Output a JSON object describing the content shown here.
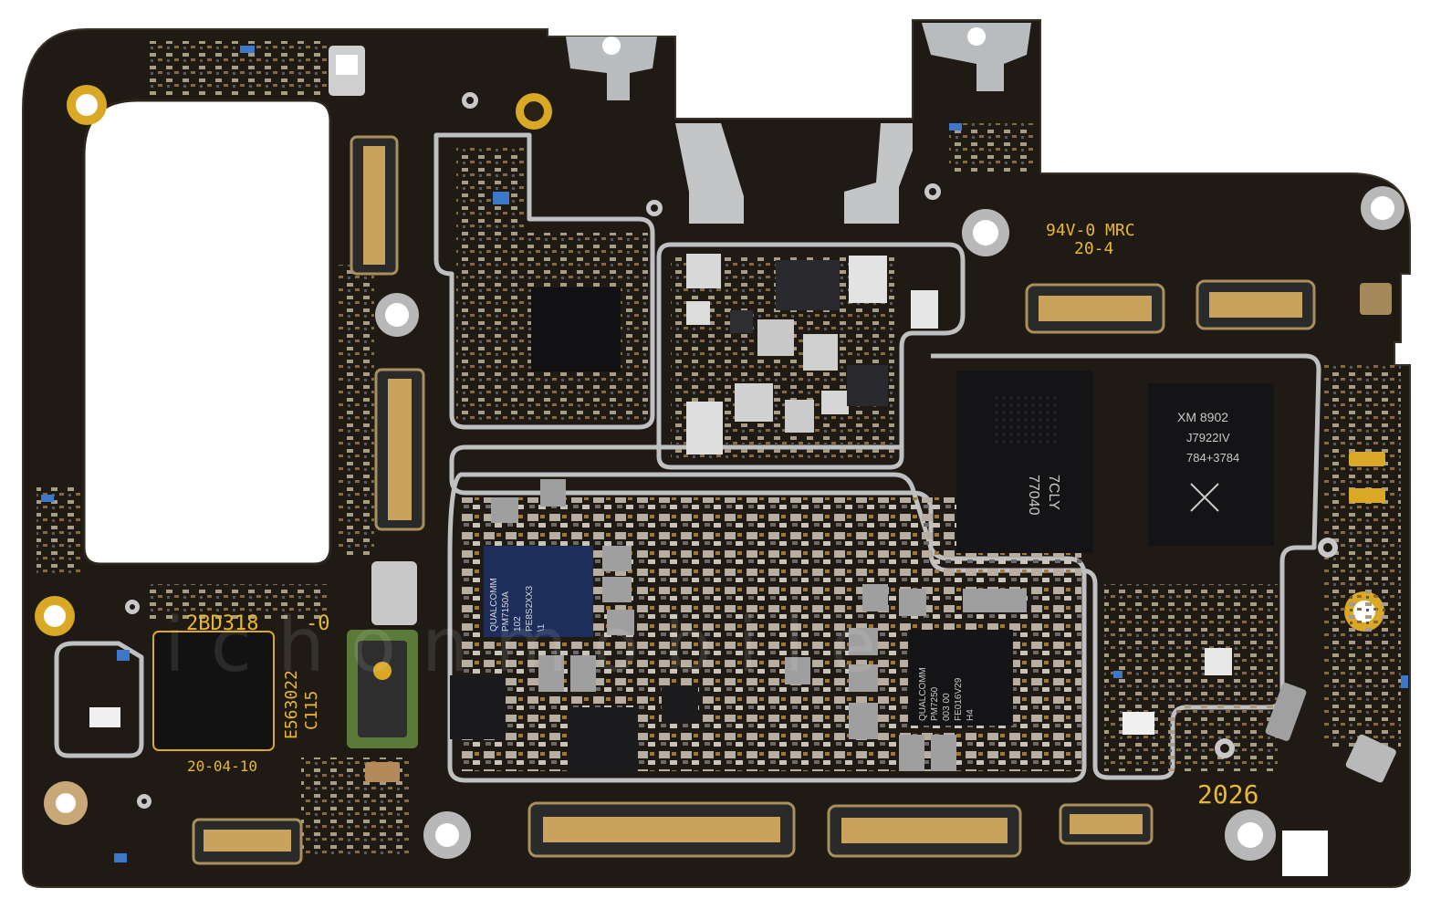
{
  "silkscreen": {
    "rating": "94V-0 MRC",
    "rating_sub": "20-4",
    "board_id": "2BD318",
    "board_rev": "-0",
    "code_a": "E563022",
    "code_b": "C115",
    "date": "20-04-10",
    "number": "2026"
  },
  "chips": {
    "pmic_a": {
      "line1": "QUALCOMM",
      "line2": "PM7150A",
      "line3": "102",
      "line4": "PE8S2XX3",
      "line5": "\\1"
    },
    "pmic_b": {
      "line1": "QUALCOMM",
      "line2": "PM7250",
      "line3": "003 00",
      "line4": "FE016V29",
      "line5": "H4"
    },
    "memory": {
      "line1": "7CLY",
      "line2": "77040"
    },
    "rf": {
      "line1": "XM 8902",
      "line2": "J7922IV",
      "line3": "784+3784"
    }
  },
  "watermark": {
    "text": "ichonmobile"
  },
  "colors": {
    "board": "#1f1a14",
    "gold": "#d9a825",
    "silk": "#e8b830",
    "shield": "#bfc0c2"
  }
}
